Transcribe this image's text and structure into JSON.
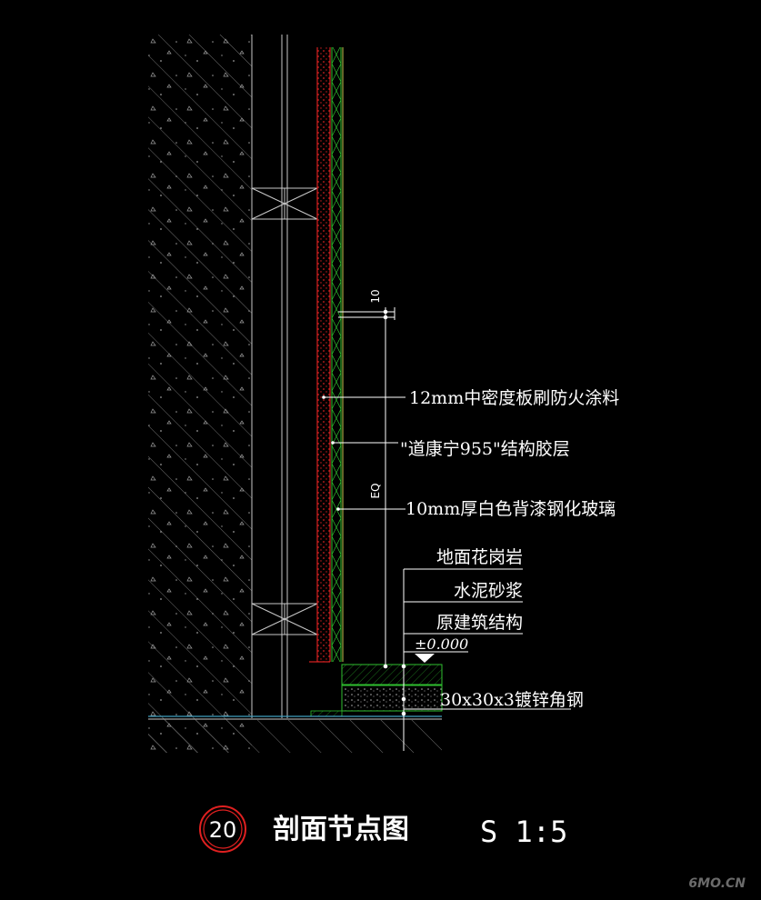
{
  "drawing": {
    "dimension_top": "10",
    "dimension_eq": "EQ",
    "callouts": [
      "12mm中密度板刷防火涂料",
      "\"道康宁955\"结构胶层",
      "10mm厚白色背漆钢化玻璃"
    ],
    "floor_layers": [
      "地面花岗岩",
      "水泥砂浆",
      "原建筑结构"
    ],
    "level_mark": "±0.000",
    "angle_steel": "30x30x3镀锌角钢"
  },
  "title_block": {
    "detail_number": "20",
    "title": "剖面节点图",
    "scale": "S 1:5"
  },
  "watermark": "6MO.CN",
  "colors": {
    "background": "#000000",
    "wall_hatch": "#8a8a8a",
    "mdf_red": "#d22020",
    "green_line": "#2fbf2f",
    "yellow_line": "#c8c850",
    "floor_cyan": "#40a0c0",
    "circle_red": "#e02020"
  }
}
